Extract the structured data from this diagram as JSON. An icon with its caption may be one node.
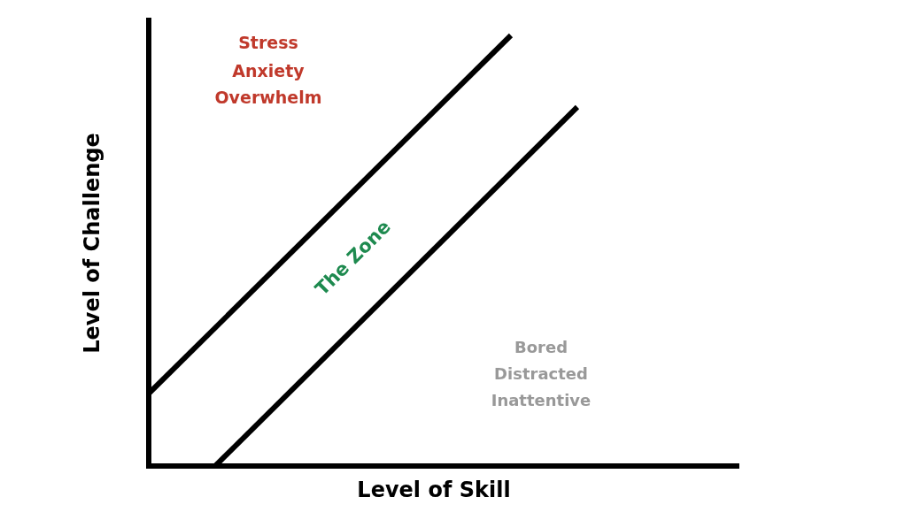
{
  "diagram": {
    "labels": [
      "Stress",
      "Anxiety",
      "Overwhelm",
      "Level of Challenge",
      "The Zone",
      "Bored",
      "Distracted",
      "Inattentive",
      "Level of Skill"
    ]
  }
}
